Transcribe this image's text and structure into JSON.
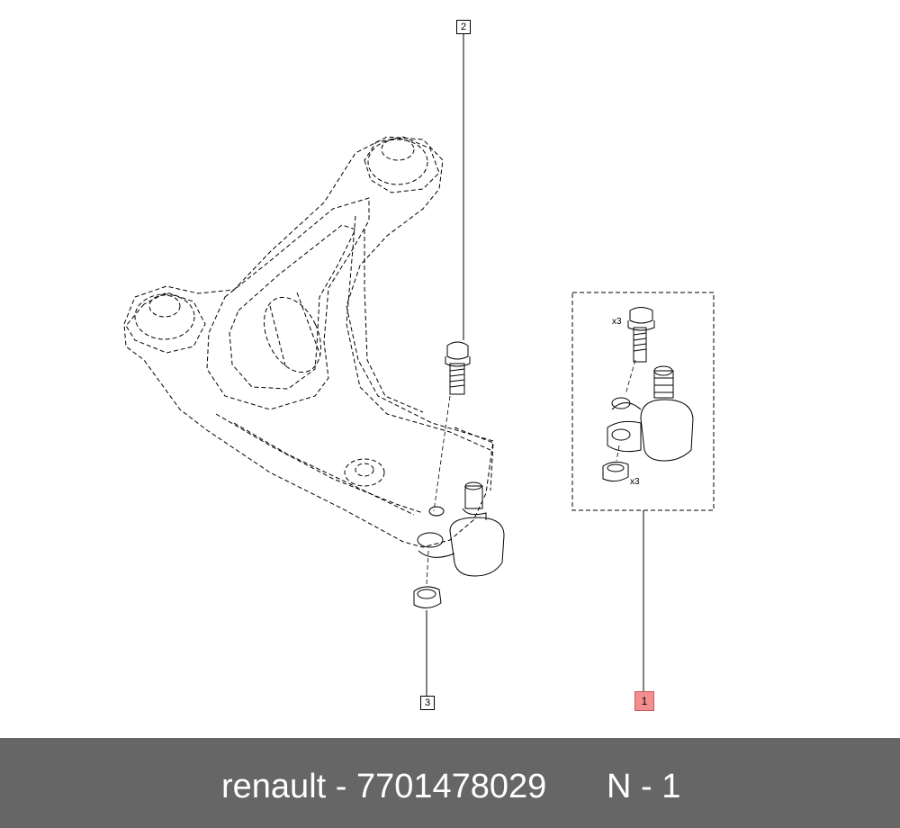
{
  "callouts": {
    "c1": "1",
    "c2": "2",
    "c3": "3"
  },
  "qty_marks": {
    "bolt": "x3",
    "nut": "x3"
  },
  "footer": {
    "part_text": "renault - 7701478029",
    "ref_text": "N - 1"
  },
  "colors": {
    "footer_bg": "#666666",
    "footer_text": "#ffffff",
    "highlight": "#f28e8e",
    "line": "#000000"
  }
}
